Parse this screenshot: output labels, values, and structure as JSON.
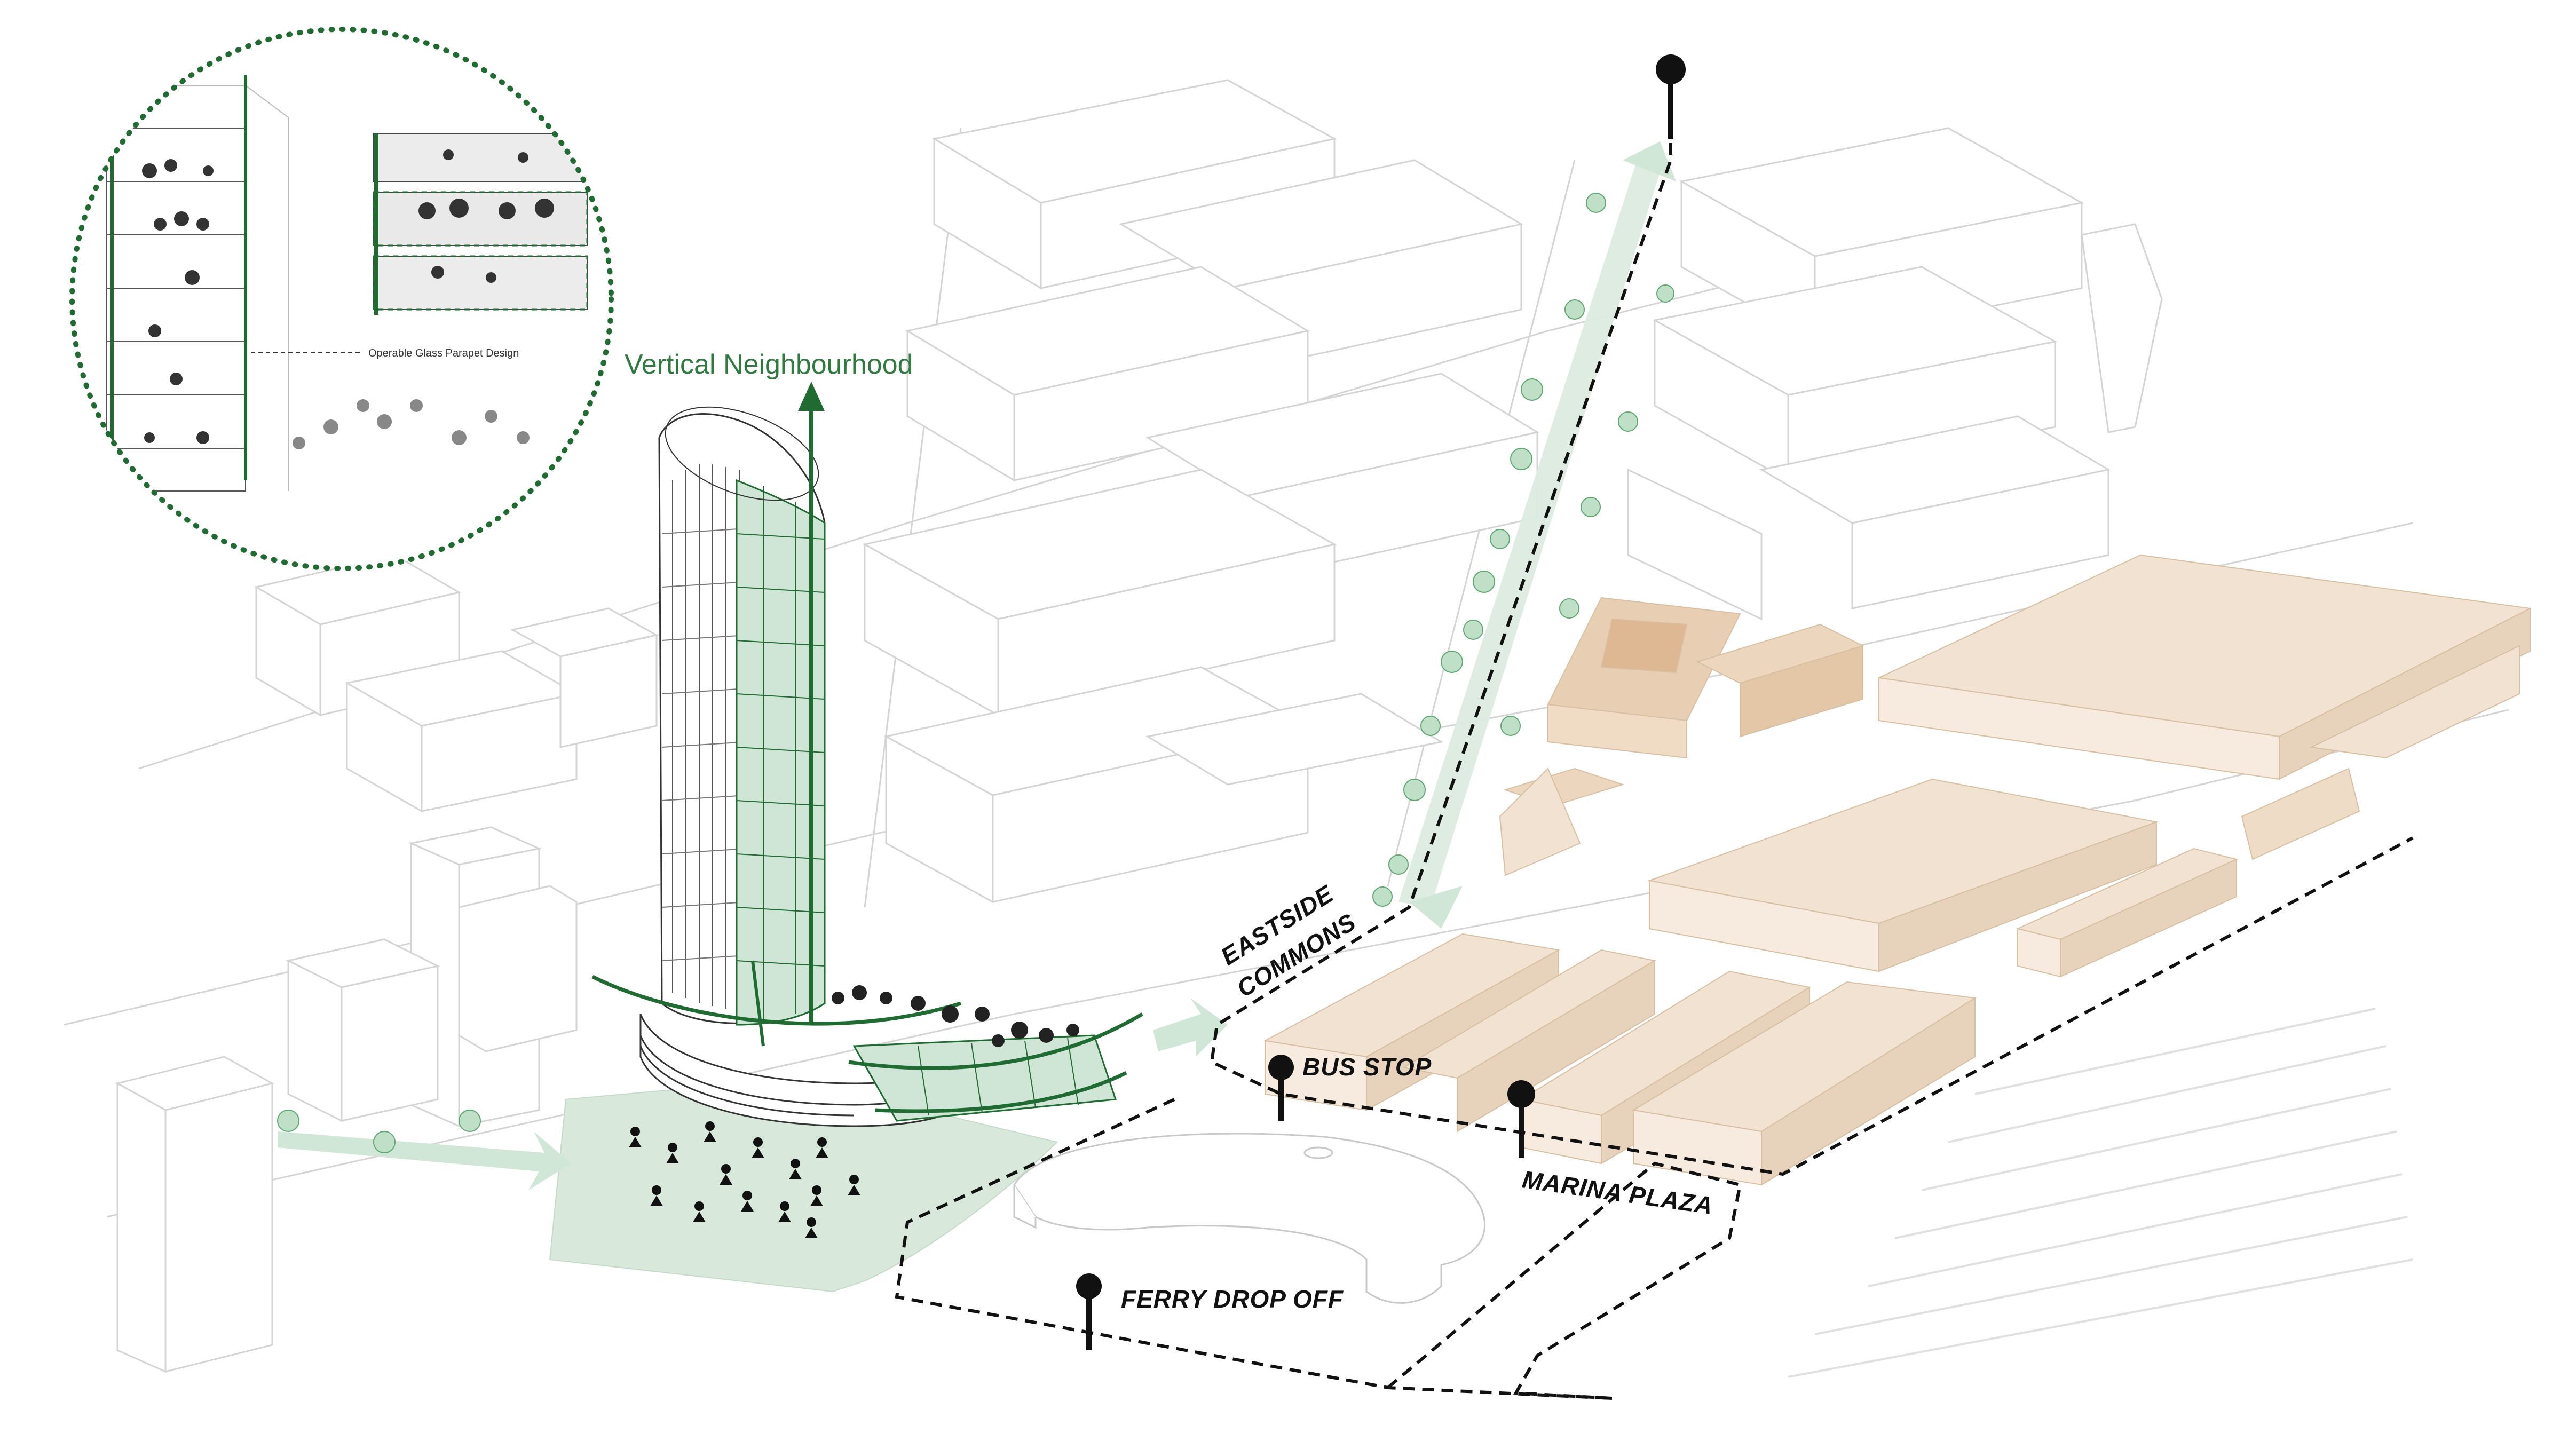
{
  "labels": {
    "vertical_neighbourhood": "Vertical Neighbourhood",
    "parapet_note": "Operable Glass Parapet Design",
    "eastside": "EASTSIDE",
    "commons": "COMMONS",
    "bus_stop": "BUS STOP",
    "marina_plaza": "MARINA PLAZA",
    "ferry_drop_off": "FERRY DROP OFF"
  },
  "colors": {
    "context_line": "#d6d6d6",
    "building_line": "#cfcfcf",
    "green_dark": "#1f6b32",
    "green_fill": "#cfe5d5",
    "plaza_fill": "#d8e9dc",
    "tan_light": "#f1e2d1",
    "tan_mid": "#e8cfb3",
    "tan_dark": "#ddb892",
    "route_dash": "#111111"
  },
  "icons": {
    "transit_pin": "map-pin-icon",
    "flow_arrow": "arrow-icon",
    "tree": "tree-icon",
    "person": "person-icon"
  }
}
